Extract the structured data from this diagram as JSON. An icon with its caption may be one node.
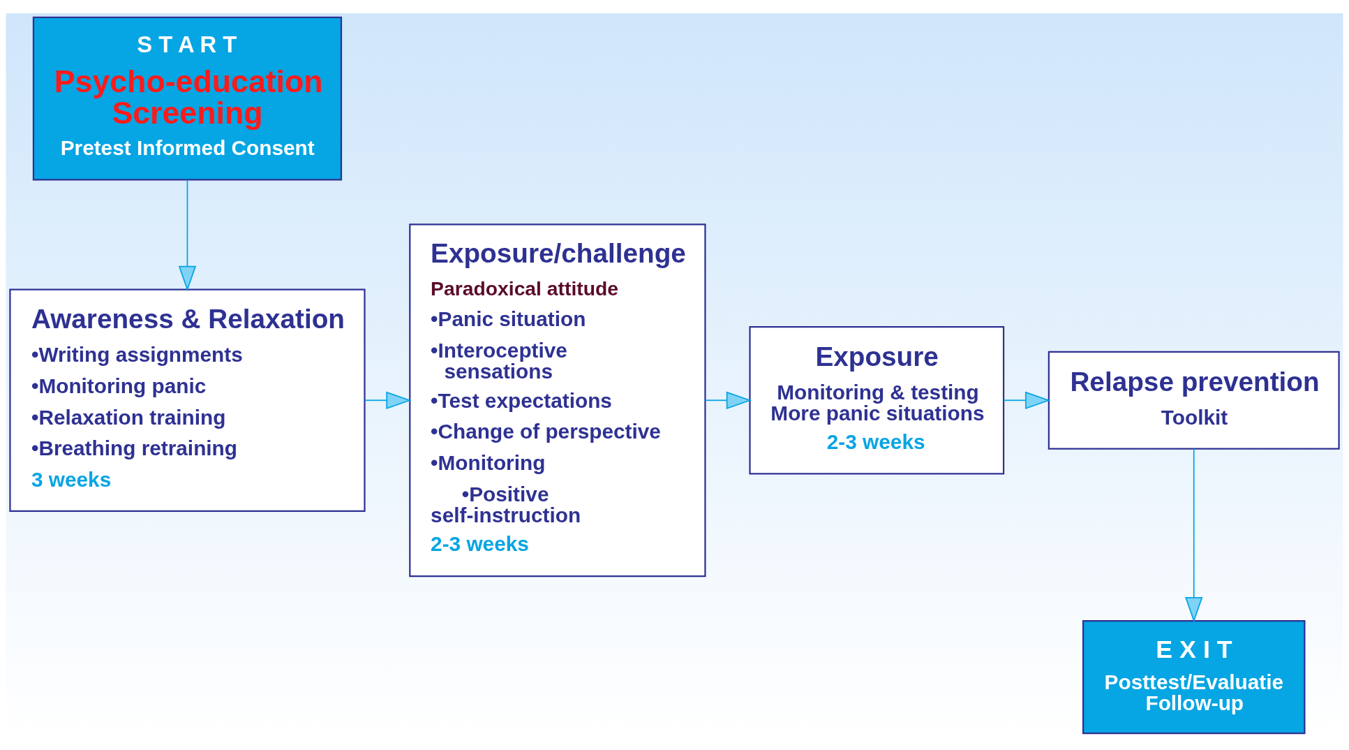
{
  "diagram": {
    "nodes": [
      {
        "text": [
          "S T A R T",
          "Psycho-education Screening",
          "Pretest Informed Consent"
        ]
      },
      {
        "text": [
          "Awareness & Relaxation",
          "•Writing assignments",
          "•Monitoring panic",
          "•Relaxation training",
          "•Breathing retraining",
          "3 weeks"
        ]
      },
      {
        "text": [
          "Exposure/challenge",
          "Paradoxical attitude",
          "•Panic situation",
          "•Interoceptive sensations",
          "•Test expectations",
          "•Change of perspective",
          "•Monitoring",
          "•Positive self-instruction",
          "2-3 weeks"
        ]
      },
      {
        "text": [
          "Exposure",
          "Monitoring & testing More panic situations",
          "2-3 weeks"
        ]
      },
      {
        "text": [
          "Relapse prevention",
          "Toolkit"
        ]
      },
      {
        "text": [
          "E X I T",
          "Posttest/Evaluatie Follow-up"
        ]
      }
    ],
    "edges": [
      {
        "from": 0,
        "to": 1,
        "arrow": "to"
      },
      {
        "from": 1,
        "to": 2,
        "arrow": "to"
      },
      {
        "from": 2,
        "to": 3,
        "arrow": "to"
      },
      {
        "from": 3,
        "to": 4,
        "arrow": "to"
      },
      {
        "from": 4,
        "to": 5,
        "arrow": "to"
      }
    ]
  }
}
